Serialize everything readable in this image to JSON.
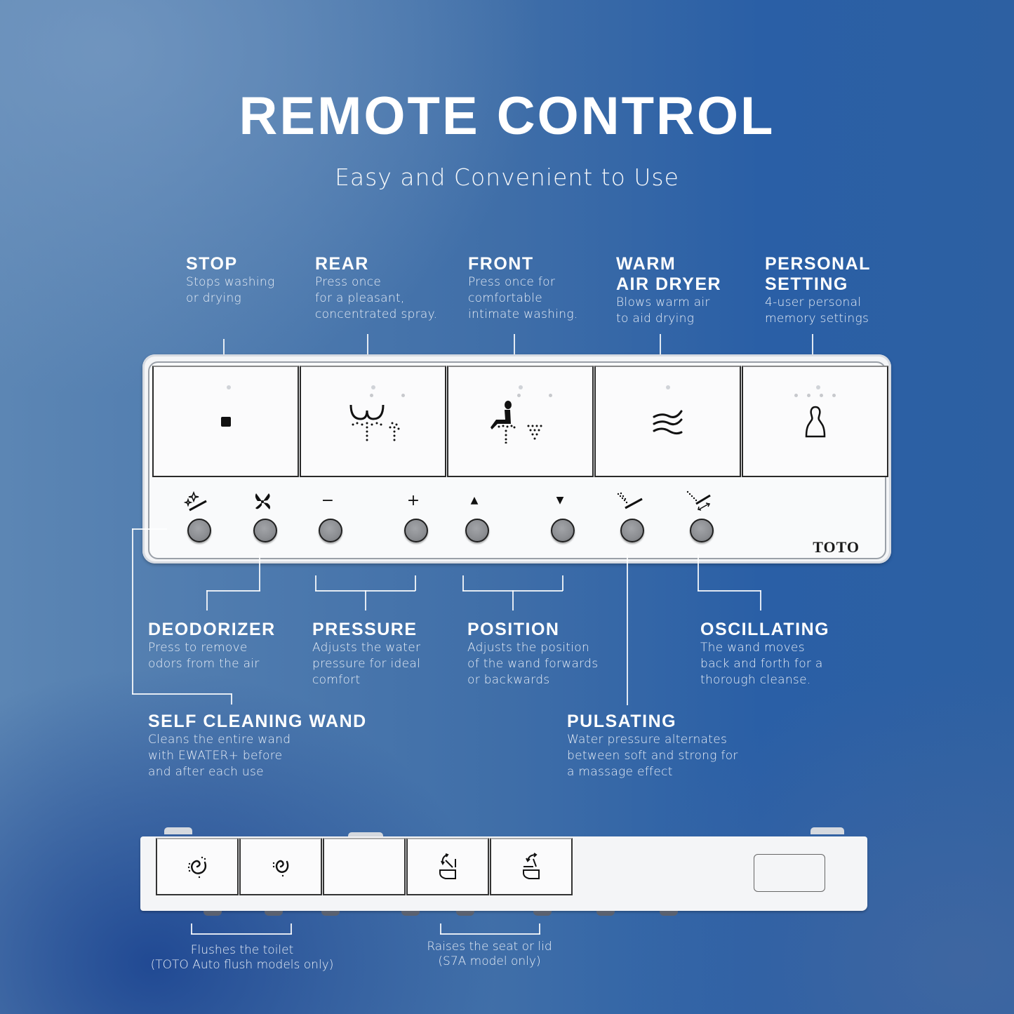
{
  "header": {
    "title": "REMOTE CONTROL",
    "subtitle": "Easy and Convenient to Use"
  },
  "top_labels": [
    {
      "id": "stop",
      "title": "STOP",
      "desc": "Stops washing\nor drying"
    },
    {
      "id": "rear",
      "title": "REAR",
      "desc": "Press once\nfor a pleasant,\nconcentrated spray."
    },
    {
      "id": "front",
      "title": "FRONT",
      "desc": "Press once for\ncomfortable\nintimate washing."
    },
    {
      "id": "warm-air-dryer",
      "title": "WARM\nAIR DRYER",
      "desc": "Blows warm air\nto aid drying"
    },
    {
      "id": "personal-setting",
      "title": "PERSONAL\nSETTING",
      "desc": "4-user personal\nmemory settings"
    }
  ],
  "remote": {
    "big_keys": [
      {
        "id": "stop",
        "icon": "stop-square-icon"
      },
      {
        "id": "rear",
        "icon": "rear-wash-icon"
      },
      {
        "id": "front",
        "icon": "front-wash-icon"
      },
      {
        "id": "dryer",
        "icon": "warm-air-icon"
      },
      {
        "id": "personal",
        "icon": "user-icon"
      }
    ],
    "small_buttons": [
      {
        "id": "self-clean",
        "icon": "sparkle-wand-icon",
        "glyph": ""
      },
      {
        "id": "deodorizer",
        "icon": "fan-icon",
        "glyph": ""
      },
      {
        "id": "pressure-minus",
        "icon": "minus-icon",
        "glyph": "−"
      },
      {
        "id": "pressure-plus",
        "icon": "plus-icon",
        "glyph": "+"
      },
      {
        "id": "position-up",
        "icon": "triangle-up-icon",
        "glyph": "▲"
      },
      {
        "id": "position-down",
        "icon": "triangle-down-icon",
        "glyph": "▼"
      },
      {
        "id": "pulsating",
        "icon": "pulsating-wand-icon",
        "glyph": ""
      },
      {
        "id": "oscillating",
        "icon": "oscillating-wand-icon",
        "glyph": ""
      }
    ],
    "brand": "TOTO"
  },
  "bottom_labels": [
    {
      "id": "deodorizer",
      "title": "DEODORIZER",
      "desc": "Press to remove\nodors from the air"
    },
    {
      "id": "pressure",
      "title": "PRESSURE",
      "desc": "Adjusts the water\npressure for ideal\ncomfort"
    },
    {
      "id": "position",
      "title": "POSITION",
      "desc": "Adjusts the position\nof the wand forwards\nor backwards"
    },
    {
      "id": "oscillating",
      "title": "OSCILLATING",
      "desc": "The wand moves\nback and forth for a\nthorough cleanse."
    },
    {
      "id": "self-cleaning-wand",
      "title": "SELF CLEANING WAND",
      "desc": "Cleans the entire wand\nwith EWATER+ before\nand after each use"
    },
    {
      "id": "pulsating",
      "title": "PULSATING",
      "desc": "Water pressure alternates\nbetween soft and strong for\na massage effect"
    }
  ],
  "remote_side": {
    "keys": [
      {
        "id": "full-flush",
        "icon": "full-flush-swirl-icon"
      },
      {
        "id": "light-flush",
        "icon": "light-flush-swirl-icon"
      },
      {
        "id": "blank",
        "icon": ""
      },
      {
        "id": "seat-raise",
        "icon": "seat-raise-icon"
      },
      {
        "id": "lid-raise",
        "icon": "lid-raise-icon"
      }
    ],
    "captions": [
      {
        "id": "flush",
        "text": "Flushes the toilet\n(TOTO Auto flush models only)"
      },
      {
        "id": "raise",
        "text": "Raises the seat or lid\n(S7A model only)"
      }
    ]
  },
  "colors": {
    "bg_light": "#5c86b4",
    "bg_dark": "#1e4a94",
    "text": "#ffffff",
    "remote_body": "#f4f5f7",
    "button_gray": "#8b8d91"
  }
}
